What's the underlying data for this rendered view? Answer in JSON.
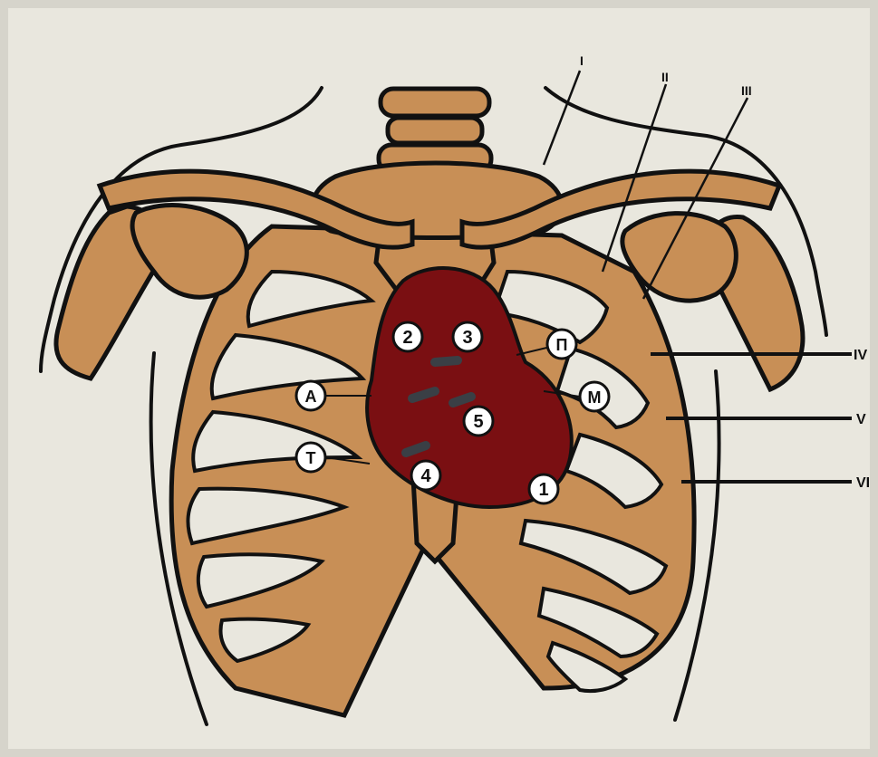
{
  "colors": {
    "background": "#e9e7de",
    "bone": "#c88f56",
    "heart": "#7a0f12",
    "outline": "#111111",
    "marker": "#ffffff"
  },
  "roman_labels": {
    "i": "I",
    "ii": "II",
    "iii": "III",
    "iv": "IV",
    "v": "V",
    "vi": "VI"
  },
  "points": {
    "p1": "1",
    "p2": "2",
    "p3": "3",
    "p4": "4",
    "p5": "5",
    "a": "A",
    "t": "T",
    "p": "П",
    "m": "M"
  }
}
